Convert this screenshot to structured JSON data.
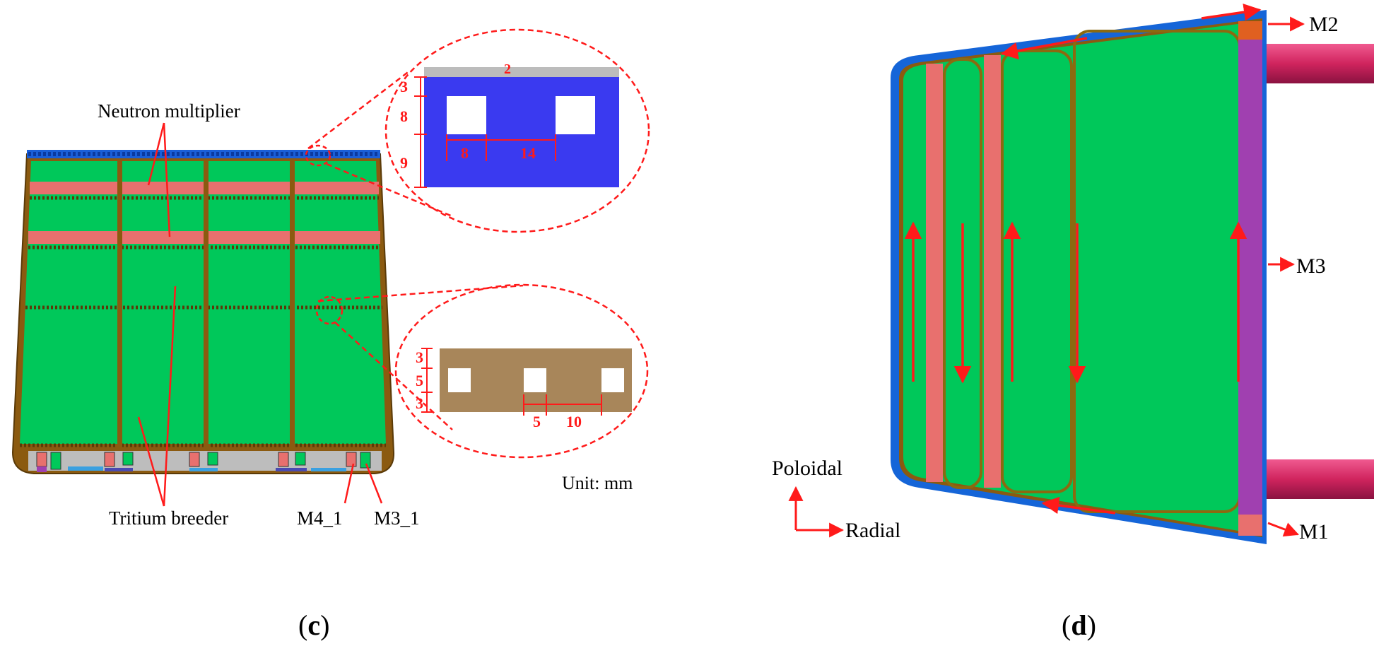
{
  "panel_c": {
    "caption_open": "(",
    "caption_letter": "c",
    "caption_close": ")",
    "neutron_multiplier_label": "Neutron multiplier",
    "tritium_breeder_label": "Tritium breeder",
    "m4_label": "M4_1",
    "m3_label": "M3_1",
    "unit_label": "Unit: mm",
    "zoom_top_dims": {
      "d2": "2",
      "d3": "3",
      "d8v": "8",
      "d9": "9",
      "d8h": "8",
      "d14": "14"
    },
    "zoom_bottom_dims": {
      "d3a": "3",
      "d5v": "5",
      "d3b": "3",
      "d5h": "5",
      "d10": "10"
    }
  },
  "panel_d": {
    "caption_open": "(",
    "caption_letter": "d",
    "caption_close": ")",
    "m1_label": "M1",
    "m2_label": "M2",
    "m3_label": "M3",
    "poloidal_label": "Poloidal",
    "radial_label": "Radial"
  },
  "colors": {
    "breeder_green": "#00c85a",
    "multiplier_pink": "#e8706e",
    "structure_brown": "#8b5a10",
    "first_wall_blue": "#1565d8",
    "manifold_purple": "#a040b0",
    "pipe_magenta": "#d0245e",
    "annotation_red": "#ff1a1a",
    "zoom_blue": "#3a3af0",
    "zoom_tan": "#a8865a"
  }
}
